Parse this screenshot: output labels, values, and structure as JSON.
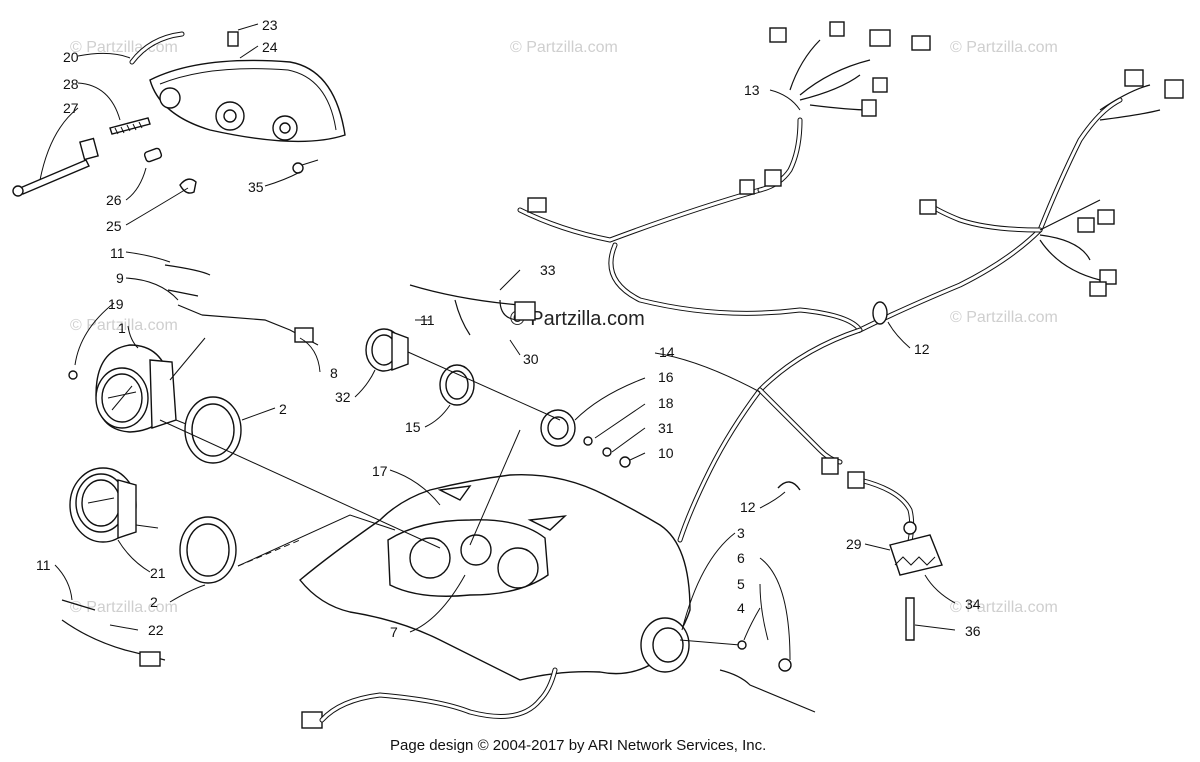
{
  "credit": "Page design © 2004-2017 by ARI Network Services, Inc.",
  "watermark": "© Partzilla.com",
  "center_watermark": "© Partzilla.com",
  "colors": {
    "line": "#111111",
    "watermark": "#cfcfcf",
    "background": "#ffffff"
  },
  "callouts": [
    {
      "id": "c23a",
      "text": "23"
    },
    {
      "id": "c24",
      "text": "24"
    },
    {
      "id": "c20",
      "text": "20"
    },
    {
      "id": "c28",
      "text": "28"
    },
    {
      "id": "c27",
      "text": "27"
    },
    {
      "id": "c26",
      "text": "26"
    },
    {
      "id": "c35",
      "text": "35"
    },
    {
      "id": "c25",
      "text": "25"
    },
    {
      "id": "c11a",
      "text": "11"
    },
    {
      "id": "c9",
      "text": "9"
    },
    {
      "id": "c19",
      "text": "19"
    },
    {
      "id": "c1",
      "text": "1"
    },
    {
      "id": "c8",
      "text": "8"
    },
    {
      "id": "c2a",
      "text": "2"
    },
    {
      "id": "c33",
      "text": "33"
    },
    {
      "id": "c11b",
      "text": "11"
    },
    {
      "id": "c30",
      "text": "30"
    },
    {
      "id": "c32",
      "text": "32"
    },
    {
      "id": "c15",
      "text": "15"
    },
    {
      "id": "c16",
      "text": "16"
    },
    {
      "id": "c18",
      "text": "18"
    },
    {
      "id": "c31",
      "text": "31"
    },
    {
      "id": "c10",
      "text": "10"
    },
    {
      "id": "c13",
      "text": "13"
    },
    {
      "id": "c12a",
      "text": "12"
    },
    {
      "id": "c14",
      "text": "14"
    },
    {
      "id": "c17",
      "text": "17"
    },
    {
      "id": "c7",
      "text": "7"
    },
    {
      "id": "c21",
      "text": "21"
    },
    {
      "id": "c2b",
      "text": "2"
    },
    {
      "id": "c11c",
      "text": "11"
    },
    {
      "id": "c22",
      "text": "22"
    },
    {
      "id": "c12b",
      "text": "12"
    },
    {
      "id": "c3",
      "text": "3"
    },
    {
      "id": "c6",
      "text": "6"
    },
    {
      "id": "c5",
      "text": "5"
    },
    {
      "id": "c4",
      "text": "4"
    },
    {
      "id": "c29",
      "text": "29"
    },
    {
      "id": "c34",
      "text": "34"
    },
    {
      "id": "c36",
      "text": "36"
    }
  ]
}
